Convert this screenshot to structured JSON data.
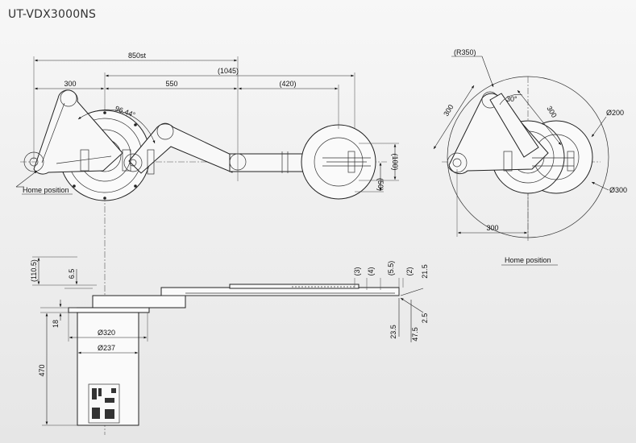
{
  "title": "UT-VDX3000NS",
  "top_view": {
    "dims": {
      "stroke": "850st",
      "d1045": "(1045)",
      "d300": "300",
      "d550": "550",
      "d420": "(420)",
      "angle": "96.44°",
      "d100": "(100)",
      "d50": "(50)"
    },
    "home_label": "Home position"
  },
  "right_view": {
    "dims": {
      "r350": "(R350)",
      "d300_left": "300",
      "d300_right": "300",
      "angle30": "30°",
      "dia200": "Ø200",
      "dia300": "Ø300",
      "d300_bottom": "300"
    },
    "home_label": "Home position"
  },
  "side_view": {
    "dims": {
      "d110_5": "(110.5)",
      "d6_5": "6.5",
      "d18": "18",
      "d470": "470",
      "dia320": "Ø320",
      "dia237": "Ø237",
      "d3": "(3)",
      "d4": "(4)",
      "d5_5": "(5.5)",
      "d2": "(2)",
      "d21_5": "21.5",
      "d2_5": "2.5",
      "d23_5": "23.5",
      "d47_5": "47.5"
    }
  }
}
